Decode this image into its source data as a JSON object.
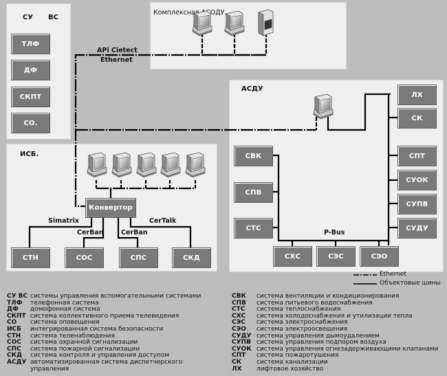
{
  "panels": {
    "suvs": {
      "title_left": "СУ",
      "title_right": "ВС",
      "boxes": [
        "ТЛФ",
        "ДФ",
        "СКПТ",
        "СО."
      ]
    },
    "asodu": {
      "title": "Комплексная АСОДУ.",
      "workstations": [
        "workstation",
        "workstation",
        "server"
      ]
    },
    "asdu": {
      "title": "АСДУ",
      "left_boxes": [
        "СВК",
        "СПВ",
        "СТС"
      ],
      "right_boxes": [
        "ЛХ",
        "СК",
        "СПТ",
        "СУОК",
        "СУПВ",
        "СУДУ"
      ],
      "bottom_boxes": [
        "СХС",
        "СЭС",
        "СЭО"
      ],
      "bus_label": "P-Bus"
    },
    "isb": {
      "title": "ИСБ.",
      "converter": "Конвертор",
      "bottom_boxes": [
        "СТН",
        "СОС",
        "СПС",
        "СКД"
      ],
      "bus_labels": {
        "simatrix": "Simatrix",
        "cerban1": "CerBan",
        "cerban2": "CerBan",
        "certalk": "CerTalk"
      }
    }
  },
  "network_label": {
    "line1": "APi Cietect",
    "line2": "Ethernet"
  },
  "line_legend": [
    {
      "style": "dash-dot",
      "label": "Ethernet"
    },
    {
      "style": "solid",
      "label": "Объектовые шины"
    }
  ],
  "abbreviations_left": [
    {
      "abbr": "СУ ВС",
      "desc": "системы управления вспомогательными системами"
    },
    {
      "abbr": "ТЛФ",
      "desc": "телефонная система"
    },
    {
      "abbr": "ДФ",
      "desc": "домофонная система"
    },
    {
      "abbr": "СКПТ",
      "desc": "система коллективного приема телевидения"
    },
    {
      "abbr": "СО",
      "desc": "система оповещения"
    },
    {
      "abbr": "ИСБ",
      "desc": "интегрированная система безопасности"
    },
    {
      "abbr": "СТН",
      "desc": "система теленаблюдения"
    },
    {
      "abbr": "СОС",
      "desc": "система охранной сигнализации"
    },
    {
      "abbr": "СПС",
      "desc": "система пожарной сигнализации"
    },
    {
      "abbr": "СКД",
      "desc": "система контроля и управления доступом"
    },
    {
      "abbr": "АСДУ",
      "desc": "автоматизированная система диспетчерского"
    },
    {
      "abbr": "",
      "desc": "управления"
    }
  ],
  "abbreviations_right": [
    {
      "abbr": "СВК",
      "desc": "система вентиляции и кондиционирования"
    },
    {
      "abbr": "СПВ",
      "desc": "система питьевого водоснабжения"
    },
    {
      "abbr": "СТС",
      "desc": "система теплоснабжения"
    },
    {
      "abbr": "СХС",
      "desc": "система холодоснабжения и утилизации тепла"
    },
    {
      "abbr": "СЭС",
      "desc": "система электроснабжения"
    },
    {
      "abbr": "СЭО",
      "desc": "система электроосвещения"
    },
    {
      "abbr": "СУДУ",
      "desc": "система управления дымоудалением"
    },
    {
      "abbr": "СУПВ",
      "desc": "система управления подпором воздуха"
    },
    {
      "abbr": "СУОК",
      "desc": "система управления огнезадерживающими клапанами"
    },
    {
      "abbr": "СПТ",
      "desc": "система пожаротушения"
    },
    {
      "abbr": "СК",
      "desc": "система канализации"
    },
    {
      "abbr": "ЛХ",
      "desc": "лифтовое хозяйство"
    }
  ]
}
